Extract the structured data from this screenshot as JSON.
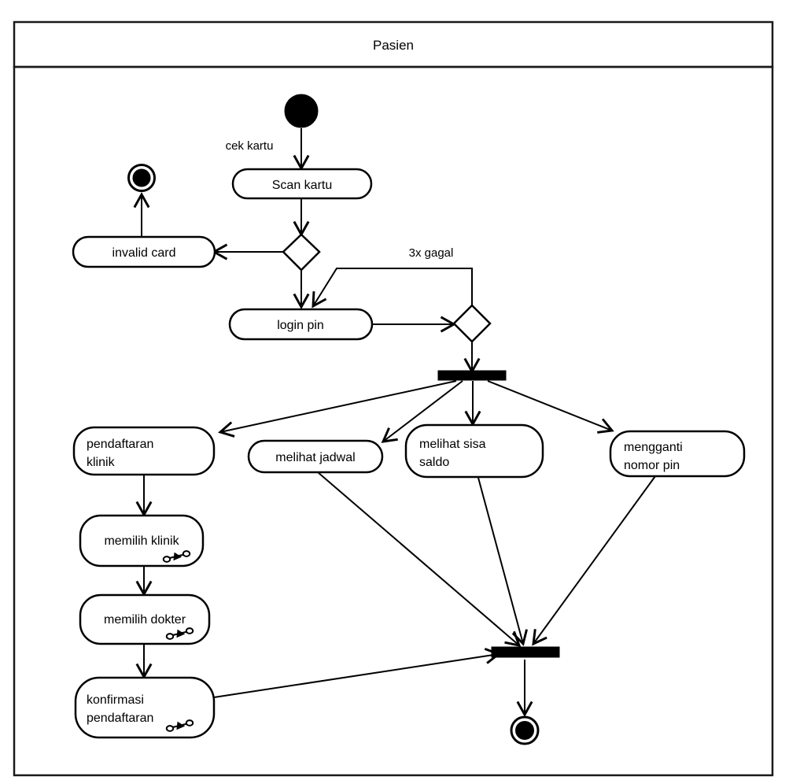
{
  "diagram": {
    "type": "uml-activity-diagram",
    "lane_title": "Pasien",
    "nodes": {
      "start": {
        "name": "initial-node",
        "shape": "filled-circle"
      },
      "scan_kartu": {
        "label": "Scan kartu",
        "shape": "rounded-activity"
      },
      "invalid_card": {
        "label": "invalid card",
        "shape": "rounded-activity"
      },
      "end_invalid": {
        "name": "final-node-invalid",
        "shape": "bullseye"
      },
      "decision_card": {
        "name": "decision-card-valid",
        "shape": "diamond"
      },
      "login_pin": {
        "label": "login pin",
        "shape": "rounded-activity"
      },
      "decision_pin": {
        "name": "decision-pin-valid",
        "shape": "diamond"
      },
      "fork": {
        "name": "fork-bar",
        "shape": "bar"
      },
      "pendaftaran_klinik": {
        "label_line1": "pendaftaran",
        "label_line2": "klinik",
        "shape": "rounded-activity"
      },
      "melihat_jadwal": {
        "label": "melihat jadwal",
        "shape": "rounded-activity"
      },
      "melihat_sisa_saldo": {
        "label_line1": "melihat sisa",
        "label_line2": "saldo",
        "shape": "rounded-activity"
      },
      "mengganti_nomor_pin": {
        "label_line1": "mengganti",
        "label_line2": "nomor pin",
        "shape": "rounded-activity"
      },
      "memilih_klinik": {
        "label": "memilih klinik",
        "shape": "rounded-activity",
        "marker": "subactivity-rake-icon"
      },
      "memilih_dokter": {
        "label": "memilih dokter",
        "shape": "rounded-activity",
        "marker": "subactivity-rake-icon"
      },
      "konfirmasi_pendaftaran": {
        "label_line1": "konfirmasi",
        "label_line2": "pendaftaran",
        "shape": "rounded-activity",
        "marker": "subactivity-rake-icon"
      },
      "join": {
        "name": "join-bar",
        "shape": "bar"
      },
      "end_final": {
        "name": "final-node",
        "shape": "bullseye"
      }
    },
    "edge_labels": {
      "cek_kartu": "cek kartu",
      "tiga_x_gagal": "3x gagal"
    },
    "colors": {
      "stroke": "#000000",
      "fill": "#ffffff",
      "frame": "#1a1a1a",
      "background": "#ffffff"
    }
  }
}
